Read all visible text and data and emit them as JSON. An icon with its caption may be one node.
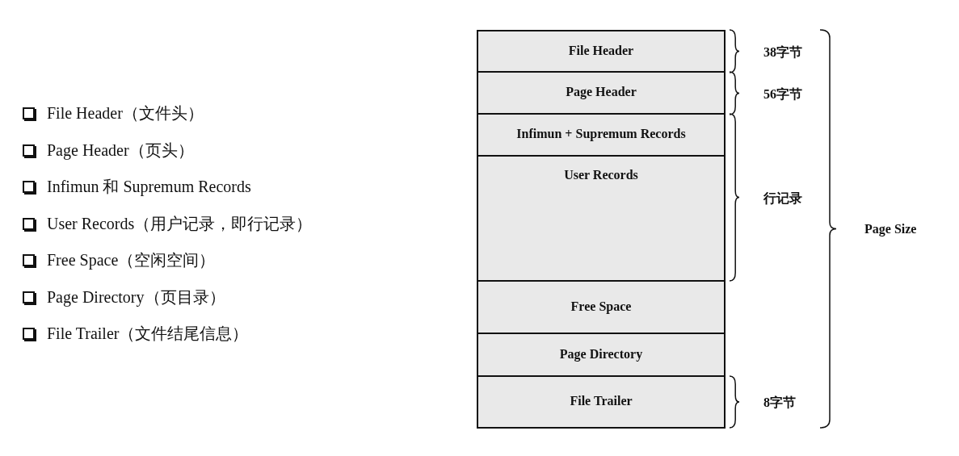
{
  "diagram": {
    "nodes": [
      {
        "text": [
          "File Header"
        ]
      },
      {
        "text": [
          "Page Header"
        ]
      },
      {
        "text": [
          "Infimun + Supremum Records"
        ]
      },
      {
        "text": [
          "User Records"
        ]
      },
      {
        "text": [
          "Free Space"
        ]
      },
      {
        "text": [
          "Page Directory"
        ]
      },
      {
        "text": [
          "File Trailer"
        ]
      }
    ],
    "edges": [],
    "labels": [
      "File Header（文件头）",
      "Page Header（页头）",
      "Infimun 和 Supremum Records",
      "User Records（用户记录，即行记录）",
      "Free Space（空闲空间）",
      "Page Directory（页目录）",
      "File Trailer（文件结尾信息）",
      "38字节",
      "56字节",
      "行记录",
      "Page Size",
      "8字节"
    ]
  }
}
